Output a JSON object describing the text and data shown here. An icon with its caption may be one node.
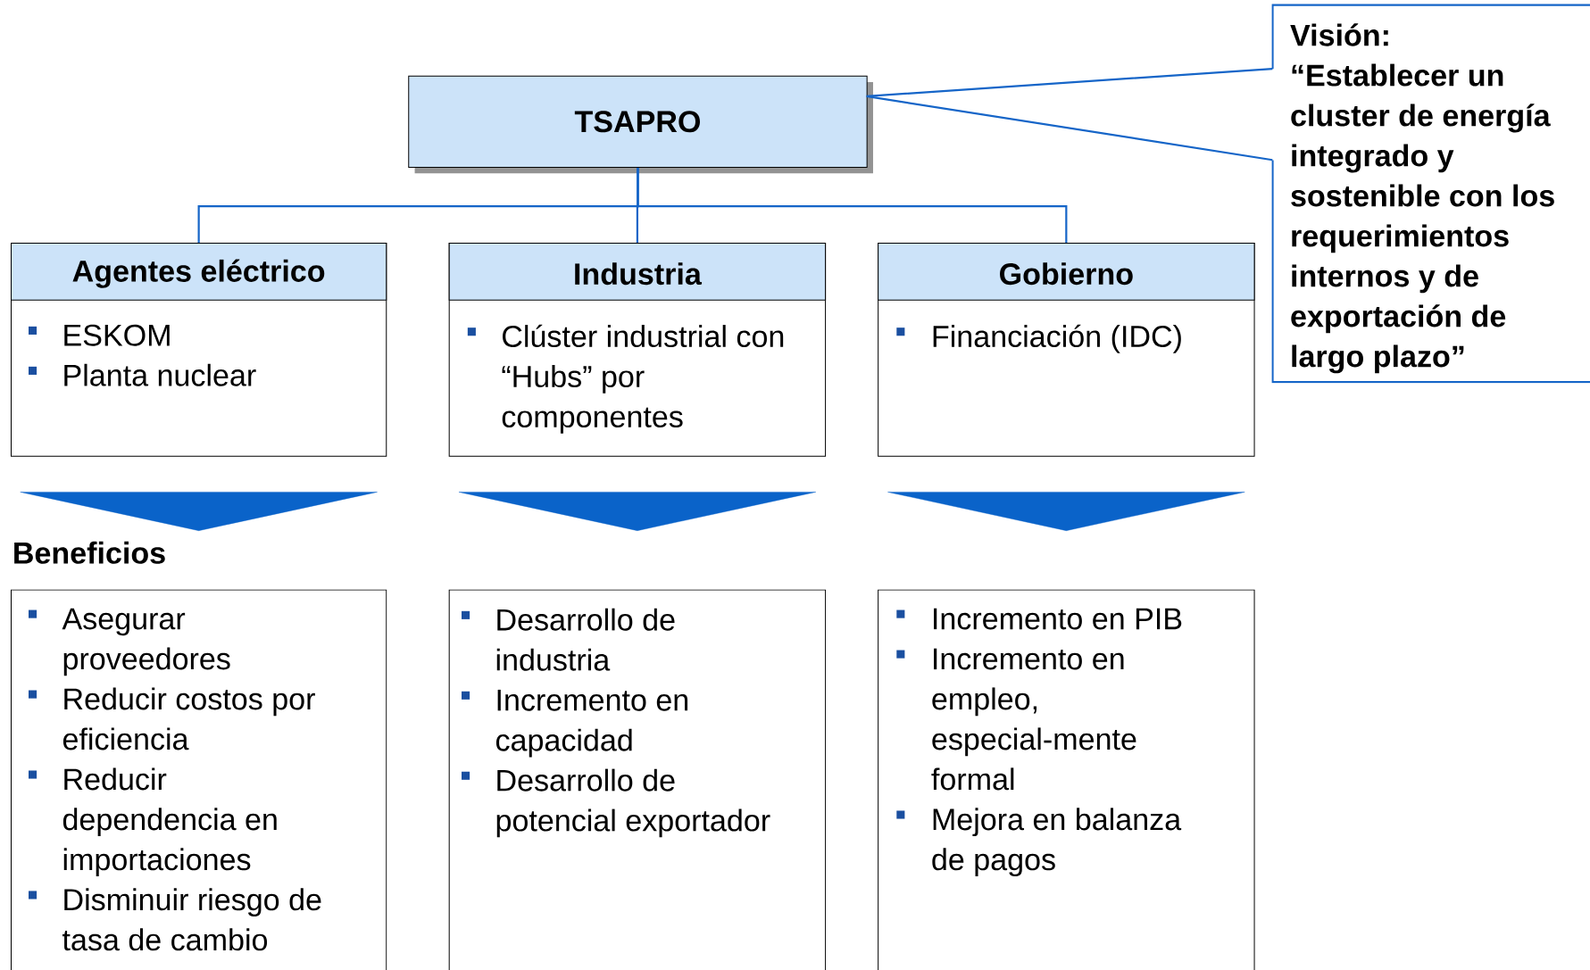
{
  "diagram": {
    "nodes": [
      {
        "text": [
          "TSAPRO"
        ]
      },
      {
        "text": [
          "Visión:",
          "“Establecer un cluster de energía integrado y sostenible con los requerimientos internos y de exportación de largo plazo”"
        ]
      },
      {
        "text": [
          "Agentes eléctrico",
          "ESKOM",
          "Planta nuclear"
        ]
      },
      {
        "text": [
          "Industria",
          "Clúster industrial con “Hubs” por componentes"
        ]
      },
      {
        "text": [
          "Gobierno",
          "Financiación (IDC)"
        ]
      },
      {
        "text": [
          "Asegurar proveedores",
          "Reducir costos por eficiencia",
          "Reducir dependencia en importaciones",
          "Disminuir riesgo de tasa de cambio"
        ]
      },
      {
        "text": [
          "Desarrollo de industria",
          "Incremento en capacidad",
          "Desarrollo de potencial exportador"
        ]
      },
      {
        "text": [
          "Incremento en PIB",
          "Incremento en empleo, especial-mente formal",
          "Mejora en balanza de pagos"
        ]
      }
    ],
    "edges": [
      {
        "from": 1,
        "to": 0,
        "arrow": "none"
      },
      {
        "from": 0,
        "to": 2,
        "arrow": "none"
      },
      {
        "from": 0,
        "to": 3,
        "arrow": "none"
      },
      {
        "from": 0,
        "to": 4,
        "arrow": "none"
      },
      {
        "from": 2,
        "to": 5,
        "arrow": "to"
      },
      {
        "from": 3,
        "to": 6,
        "arrow": "to"
      },
      {
        "from": 4,
        "to": 7,
        "arrow": "to"
      }
    ],
    "labels": [
      "Beneficios"
    ]
  }
}
